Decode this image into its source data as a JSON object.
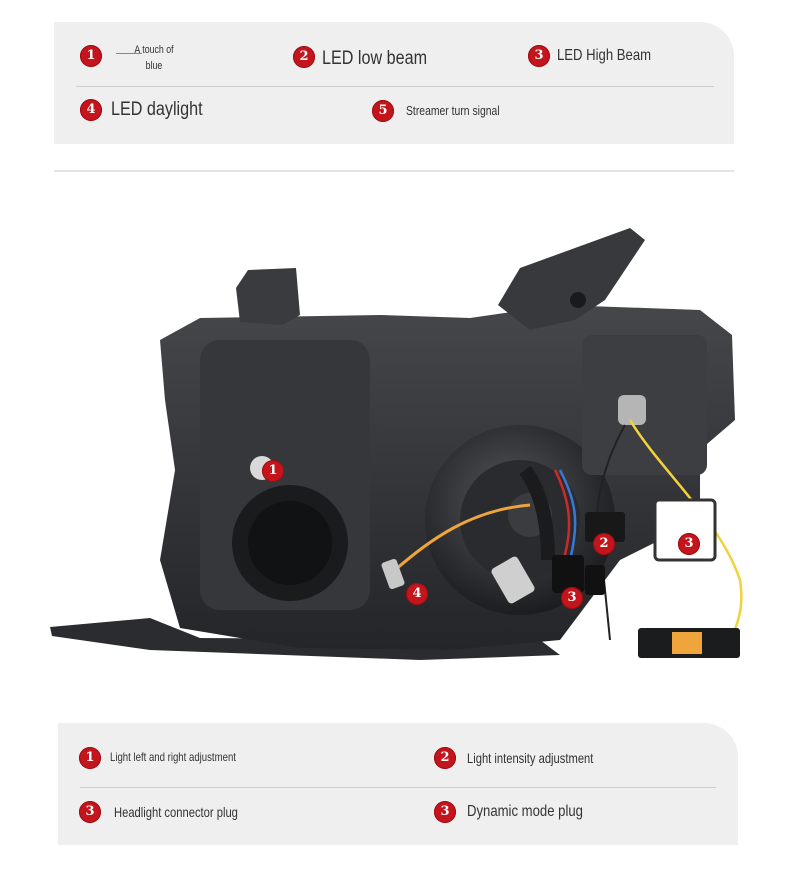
{
  "top_legend": {
    "items": [
      {
        "num": "1",
        "label": "A touch of blue",
        "label_line1": "A touch of",
        "label_line2": "blue"
      },
      {
        "num": "2",
        "label": "LED low beam"
      },
      {
        "num": "3",
        "label": "LED High Beam"
      },
      {
        "num": "4",
        "label": "LED daylight"
      },
      {
        "num": "5",
        "label": "Streamer turn signal"
      }
    ]
  },
  "photo_callouts": [
    "1",
    "2",
    "3",
    "3",
    "4"
  ],
  "bottom_legend": {
    "items": [
      {
        "num": "1",
        "label": "Light left and right adjustment"
      },
      {
        "num": "2",
        "label": "Light intensity adjustment"
      },
      {
        "num": "3",
        "label": "Headlight connector plug"
      },
      {
        "num": "3",
        "label": "Dynamic mode plug"
      }
    ]
  },
  "colors": {
    "badge_red": "#c4141c",
    "panel_bg": "#efefef",
    "housing_dark": "#2f3033",
    "wire_orange": "#f0a43c",
    "wire_yellow": "#f2d23a"
  }
}
